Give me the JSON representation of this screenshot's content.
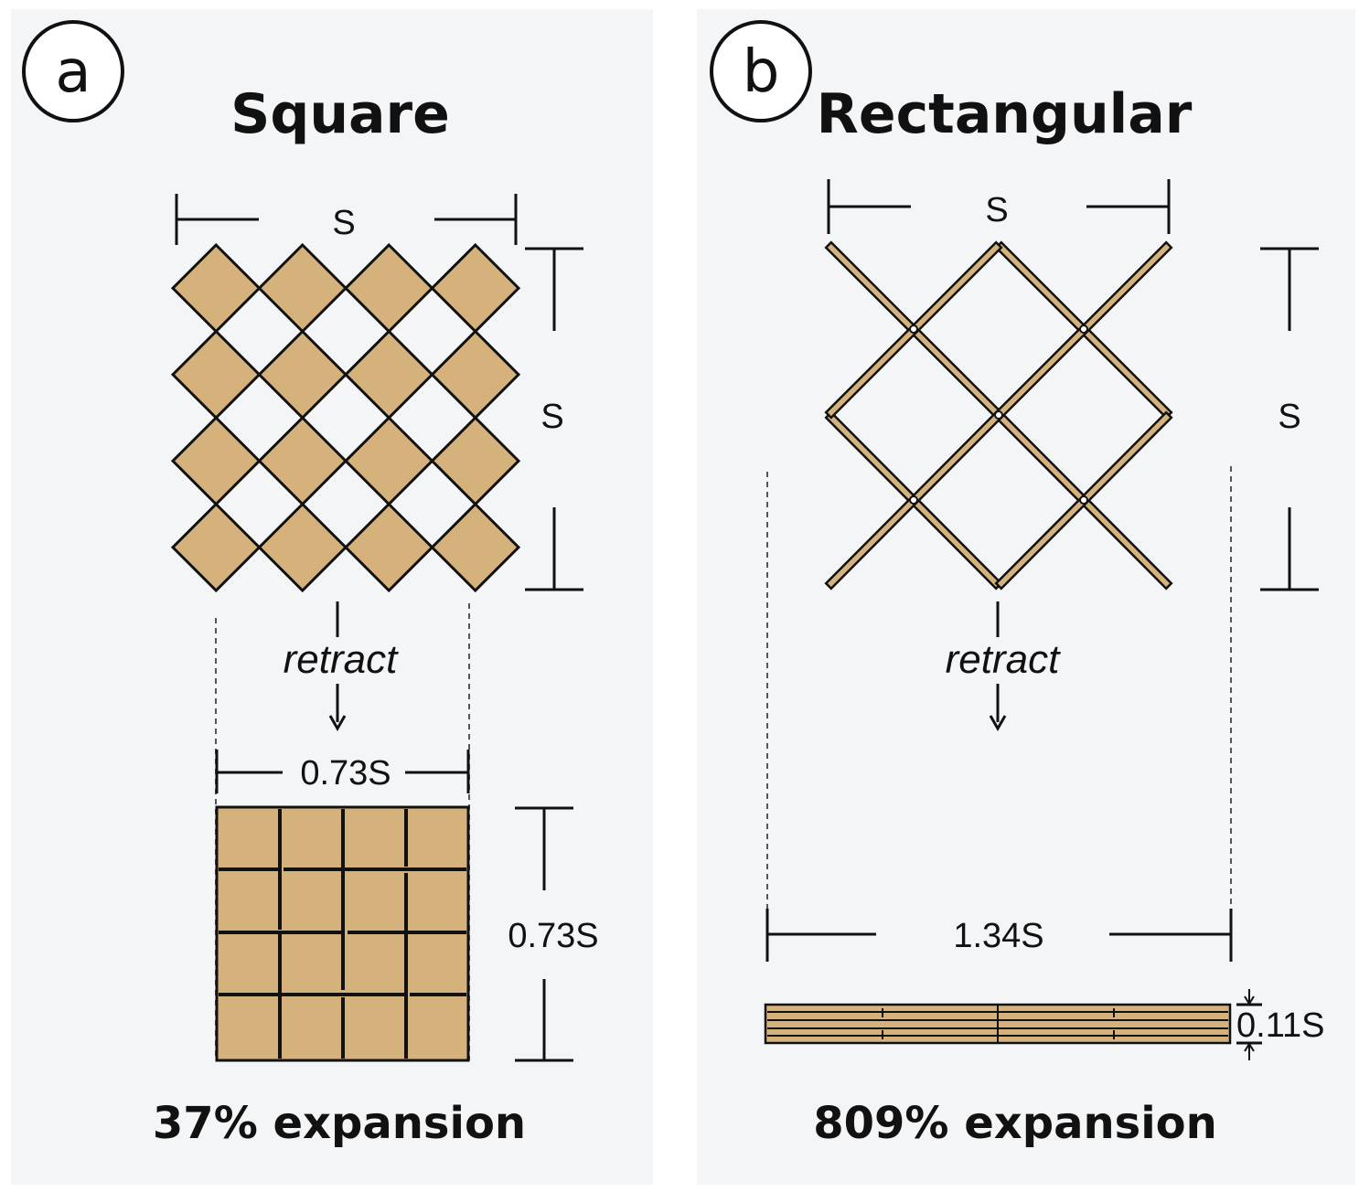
{
  "panels": {
    "square": {
      "letter": "a",
      "title": "Square",
      "deployed_width_label": "S",
      "deployed_height_label": "S",
      "action_label": "retract",
      "retracted_width_label": "0.73S",
      "retracted_height_label": "0.73S",
      "caption": "37% expansion"
    },
    "rectangular": {
      "letter": "b",
      "title": "Rectangular",
      "deployed_width_label": "S",
      "deployed_height_label": "S",
      "action_label": "retract",
      "retracted_width_label": "1.34S",
      "retracted_height_label": "0.11S",
      "caption": "809% expansion"
    }
  },
  "colors": {
    "panel_background": "#f4f5f7",
    "material": "#d5b27c",
    "outline": "#111111"
  }
}
